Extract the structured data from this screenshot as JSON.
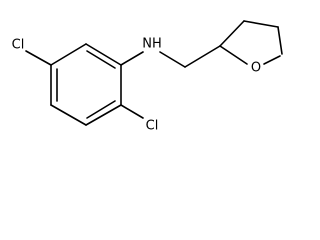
{
  "molecule": {
    "atoms": {
      "cl_left": "Cl",
      "cl_bottom": "Cl",
      "nh": "NH",
      "o": "O"
    }
  }
}
